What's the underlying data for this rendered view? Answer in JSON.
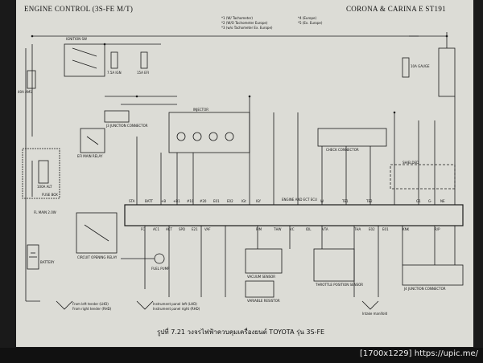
{
  "header": {
    "left_title": "ENGINE CONTROL (3S-FE M/T)",
    "right_title": "CORONA & CARINA E ST191",
    "notes": [
      "*1 (W/ Tachometer)",
      "*2 (W/O Tachometer Europe)",
      "*3 (w/o Tachometer Ex. Europe)",
      "*4 (Europe)",
      "*5 (Ex. Europe)"
    ]
  },
  "components": {
    "ignition_sw": "IGNITION SW",
    "igni_fuse": "7.5A IGN",
    "efi_fuse": "15A EFI",
    "am1_fuse": "40A AM1",
    "alt_fuse": "100A ALT",
    "fuse_box": "FUSE BOX",
    "fl_main": "FL MAIN 2.0W",
    "battery": "BATTERY",
    "efi_main_relay": "EFI MAIN RELAY",
    "junction_connector_j3": "J3 JUNCTION CONNECTOR",
    "injector": "INJECTOR",
    "check_connector": "CHECK CONNECTOR",
    "gauge_fuse": "10A GAUGE",
    "engine_ecu": "ENGINE AND ECT ECU",
    "circuit_opening_relay": "CIRCUIT OPENING RELAY",
    "fuel_pump": "FUEL PUMP",
    "vacuum_sensor": "VACUUM SENSOR",
    "variable_resistor": "VARIABLE RESISTOR",
    "throttle_sensor": "THROTTLE POSITION SENSOR",
    "junction_connector_j4": "J4 JUNCTION CONNECTOR",
    "intake_manifold": "Intake manifold",
    "shielded": "SHIELDED"
  },
  "ecu_pins_top": [
    "STA",
    "BATT",
    "+B",
    "+B1",
    "#10",
    "#20",
    "E01",
    "E02",
    "IGt",
    "IGf",
    "W",
    "TE1",
    "TE2"
  ],
  "ecu_pins_bottom": [
    "FC",
    "AC1",
    "ACT",
    "SPD",
    "E21",
    "VAF",
    "PIM",
    "THW",
    "VC",
    "IDL",
    "VTA",
    "THA",
    "E02",
    "E01",
    "KNK"
  ],
  "ecu_pins_right": [
    "G1",
    "G-",
    "NE",
    "R/P"
  ],
  "notes_bottom": [
    "From left tender (LHD)",
    "From right tender (RHD)",
    "Instrument panel left (LHD)",
    "Instrument panel right (RHD)"
  ],
  "caption": "รูปที่ 7.21 วงจรไฟฟ้าควบคุมเครื่องยนต์ TOYOTA รุ่น 3S-FE",
  "watermark": "[1700x1229]  https://upic.me/"
}
